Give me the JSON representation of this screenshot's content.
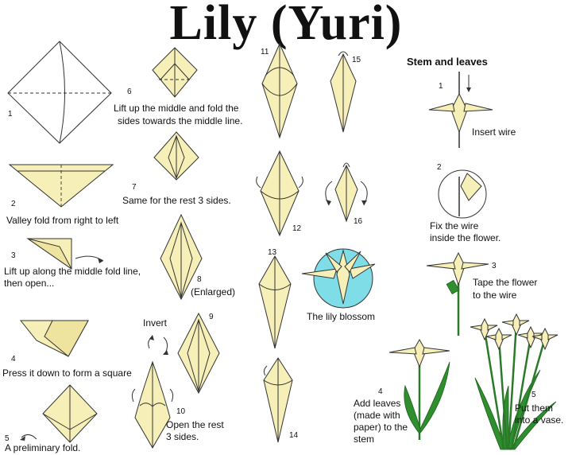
{
  "title": "Lily (Yuri)",
  "stem_header": "Stem and leaves",
  "steps": {
    "s1": {
      "num": "1"
    },
    "s2": {
      "num": "2",
      "caption": "Valley fold from right to left"
    },
    "s3": {
      "num": "3",
      "caption1": "Lift up along the middle fold line,",
      "caption2": "then open..."
    },
    "s4": {
      "num": "4",
      "caption": "Press it down to form a square"
    },
    "s5": {
      "num": "5",
      "caption": "A preliminary fold."
    },
    "s6": {
      "num": "6",
      "caption1": "Lift up the middle and fold the",
      "caption2": "sides towards the middle line."
    },
    "s7": {
      "num": "7",
      "caption": "Same for the rest 3 sides."
    },
    "s8": {
      "num": "8",
      "caption": "(Enlarged)"
    },
    "s9": {
      "num": "9",
      "label": "Invert"
    },
    "s10": {
      "num": "10",
      "caption1": "Open the rest",
      "caption2": "3 sides."
    },
    "s11": {
      "num": "11"
    },
    "s12": {
      "num": "12"
    },
    "s13": {
      "num": "13"
    },
    "s14": {
      "num": "14"
    },
    "s15": {
      "num": "15"
    },
    "s16": {
      "num": "16"
    },
    "blossom": {
      "caption": "The lily blossom"
    }
  },
  "stem_steps": {
    "t1": {
      "num": "1",
      "caption": "Insert wire"
    },
    "t2": {
      "num": "2",
      "caption1": "Fix the wire",
      "caption2": "inside the flower."
    },
    "t3": {
      "num": "3",
      "caption1": "Tape the flower",
      "caption2": "to the wire"
    },
    "t4": {
      "num": "4",
      "caption1": "Add leaves",
      "caption2": "(made with",
      "caption3": "paper) to the",
      "caption4": "stem"
    },
    "t5": {
      "num": "5",
      "caption1": "Put them",
      "caption2": "into a vase."
    }
  },
  "colors": {
    "paper": "#f7efb8",
    "leaf": "#2f8f2f",
    "blossom_bg": "#7fdde8"
  }
}
